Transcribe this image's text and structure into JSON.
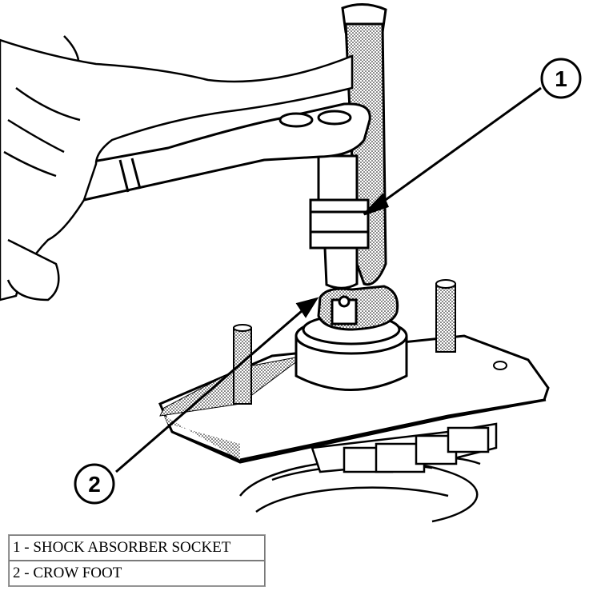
{
  "callouts": [
    {
      "number": "1",
      "target": "shock-absorber-socket"
    },
    {
      "number": "2",
      "target": "crow-foot"
    }
  ],
  "legend": [
    {
      "text": "1 - SHOCK ABSORBER SOCKET"
    },
    {
      "text": "2 - CROW FOOT"
    }
  ]
}
